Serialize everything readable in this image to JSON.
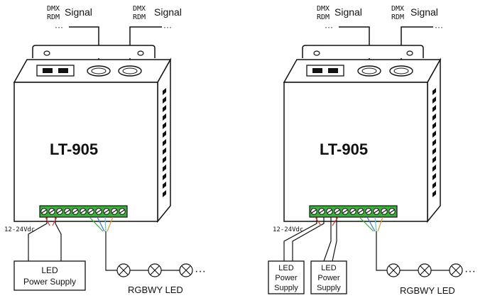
{
  "diagrams": [
    {
      "model": "LT-905",
      "signal_in": {
        "protocol_top": "DMX",
        "protocol_bottom": "RDM",
        "label": "Signal",
        "ellipsis": "···"
      },
      "signal_out": {
        "protocol_top": "DMX",
        "protocol_bottom": "RDM",
        "label": "Signal",
        "ellipsis": "···"
      },
      "voltage": "12-24Vdc",
      "power_supplies": [
        {
          "line1": "LED",
          "line2": "Power Supply"
        }
      ],
      "led_label": "RGBWY LED",
      "led_ellipsis": "···"
    },
    {
      "model": "LT-905",
      "signal_in": {
        "protocol_top": "DMX",
        "protocol_bottom": "RDM",
        "label": "Signal",
        "ellipsis": "···"
      },
      "signal_out": {
        "protocol_top": "DMX",
        "protocol_bottom": "RDM",
        "label": "Signal",
        "ellipsis": "···"
      },
      "voltage": "12-24Vdc",
      "power_supplies": [
        {
          "line1": "LED",
          "line2": "Power",
          "line3": "Supply"
        },
        {
          "line1": "LED",
          "line2": "Power",
          "line3": "Supply"
        }
      ],
      "led_label": "RGBWY LED",
      "led_ellipsis": "···"
    }
  ],
  "colors": {
    "line": "#111111",
    "terminal": "#3cae3c",
    "wire_red": "#d23a2a",
    "wire_green": "#3cae3c",
    "wire_blue": "#3a6fd8",
    "wire_cyan": "#58c9d6",
    "wire_orange": "#e89a2c"
  }
}
